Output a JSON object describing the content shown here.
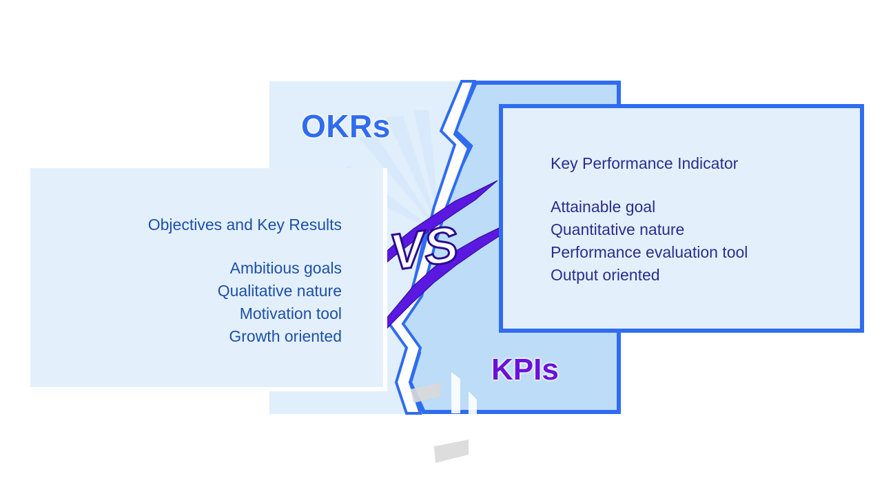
{
  "okrs": {
    "title": "OKRs",
    "subtitle": "Objectives and Key Results",
    "items": [
      "Ambitious goals",
      "Qualitative nature",
      "Motivation tool",
      "Growth oriented"
    ],
    "color": "#2f6cf0",
    "text_color": "#1d4fa8"
  },
  "kpis": {
    "title": "KPIs",
    "subtitle": "Key Performance Indicator",
    "items": [
      "Attainable goal",
      "Quantitative nature",
      "Performance evaluation tool",
      "Output oriented"
    ],
    "color": "#6a12d8",
    "text_color": "#2a2d8f"
  },
  "versus": {
    "label": "VS",
    "color": "#5a18e0"
  },
  "palette": {
    "light_blue": "#e1effc",
    "mid_blue": "#bcdcf7",
    "border_blue": "#2f6cf0"
  }
}
